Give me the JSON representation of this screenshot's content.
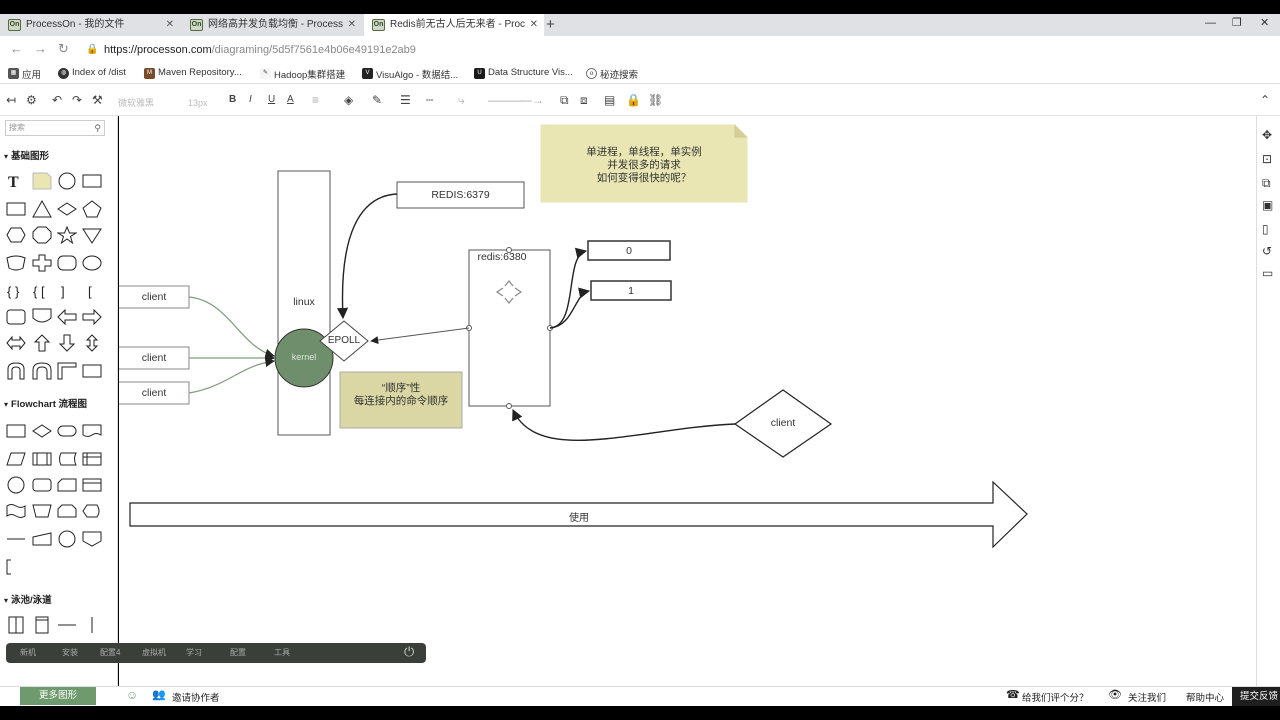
{
  "browser": {
    "tabs": [
      {
        "label": "ProcessOn - 我的文件",
        "favicon": "On",
        "active": false
      },
      {
        "label": "网络高并发负载均衡 - Process",
        "favicon": "On",
        "active": false
      },
      {
        "label": "Redis前无古人后无来者 - Proc",
        "favicon": "On",
        "active": true
      }
    ],
    "new_tab": "+",
    "url_host": "https://processon.com",
    "url_path": "/diagraming/5d5f7561e4b06e49191e2ab9",
    "bookmarks": [
      {
        "label": "应用",
        "icon": "apps-icon"
      },
      {
        "label": "Index of /dist",
        "icon": "globe-icon"
      },
      {
        "label": "Maven Repository...",
        "icon": "mvn-icon"
      },
      {
        "label": "Hadoop集群搭建",
        "icon": "hadoop-icon"
      },
      {
        "label": "VisuAlgo - 数据结...",
        "icon": "visualgo-icon"
      },
      {
        "label": "Data Structure Vis...",
        "icon": "usf-icon"
      },
      {
        "label": "秘迹搜索",
        "icon": "mijisou-icon"
      }
    ]
  },
  "toolbar": {
    "font_family": "微软雅黑",
    "font_size": "13px",
    "bold": "B",
    "italic": "I",
    "underline": "U",
    "font_color": "A"
  },
  "left_panel": {
    "search_placeholder": "搜索",
    "sections": [
      "基础图形",
      "Flowchart 流程图",
      "泳池/泳道"
    ],
    "more_shapes": "更多图形"
  },
  "canvas": {
    "note_top": [
      "单进程，单线程，单实例",
      "并发很多的请求",
      "如何变得很快的呢？"
    ],
    "redis_6379": "REDIS:6379",
    "redis_6380": "redis:6380",
    "db0": "0",
    "db1": "1",
    "linux": "linux",
    "kernel": "kernel",
    "epoll": "EPOLL",
    "clients": [
      "client",
      "client",
      "client"
    ],
    "client_diamond": "client",
    "note_order": [
      "“顺序”性",
      "每连接内的命令顺序"
    ],
    "arrow_label": "使用"
  },
  "video_bar": {
    "items": [
      "新机",
      "安装",
      "配置4",
      "虚拟机",
      "学习",
      "配置",
      "工具"
    ]
  },
  "bottom_bar": {
    "invite": "邀请协作者",
    "rate": "给我们评个分？",
    "follow": "关注我们",
    "help": "帮助中心",
    "feedback": "提交反馈"
  },
  "colors": {
    "note_fill": "#e9e6b4",
    "order_note_fill": "#dad7a4",
    "kernel_fill": "#6f8f6c",
    "accent_green": "#6e9a6e"
  }
}
